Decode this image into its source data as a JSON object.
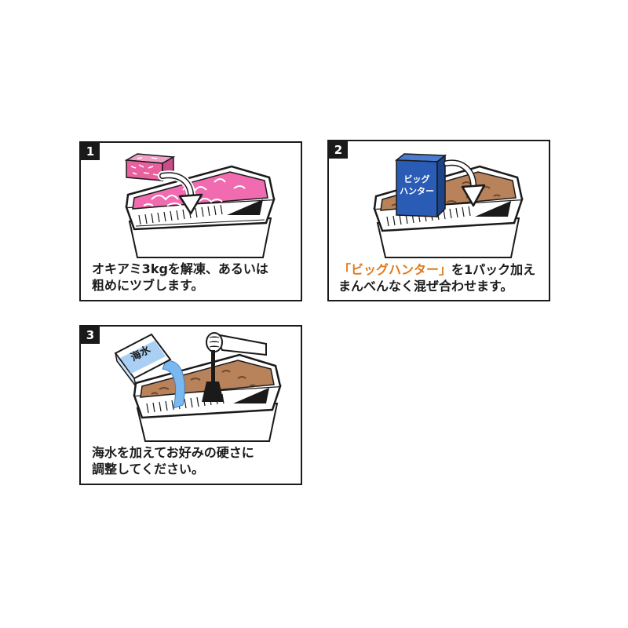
{
  "steps": [
    {
      "number": "1",
      "line1": "オキアミ3kgを解凍、あるいは",
      "line2": "粗めにツブします。"
    },
    {
      "number": "2",
      "product_highlight": "「ビッグハンター」",
      "line1_rest": "を1パック加え",
      "line2": "まんべんなく混ぜ合わせます。",
      "package_line1": "ビッグ",
      "package_line2": "ハンター"
    },
    {
      "number": "3",
      "line1": "海水を加えてお好みの硬さに",
      "line2": "調整してください。",
      "bag_label": "海水"
    }
  ],
  "colors": {
    "krill": "#f06bb0",
    "krill_block": "#e8609e",
    "mix": "#b8825a",
    "package": "#2a5bb5",
    "water": "#7ab8f0",
    "highlight": "#e07a1a",
    "outline": "#1a1a1a"
  },
  "icons": [
    "krill-block-icon",
    "curved-arrow-icon",
    "bucket-icon",
    "package-icon",
    "water-bag-icon",
    "hand-mixer-icon"
  ]
}
